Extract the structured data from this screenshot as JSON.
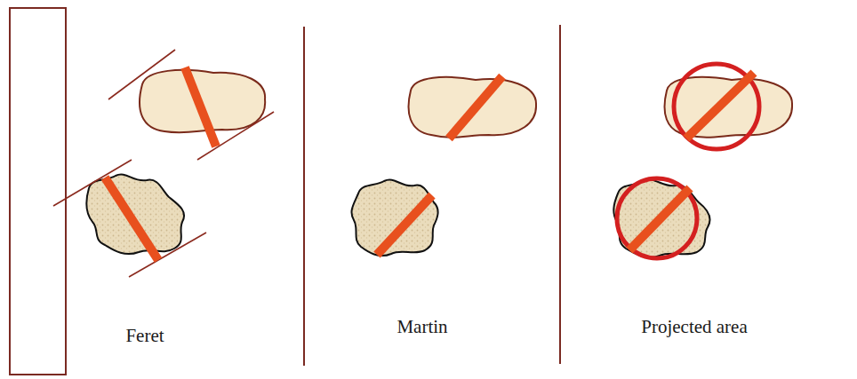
{
  "diagram": {
    "labels": [
      "Feret",
      "Martin",
      "Projected area"
    ]
  }
}
